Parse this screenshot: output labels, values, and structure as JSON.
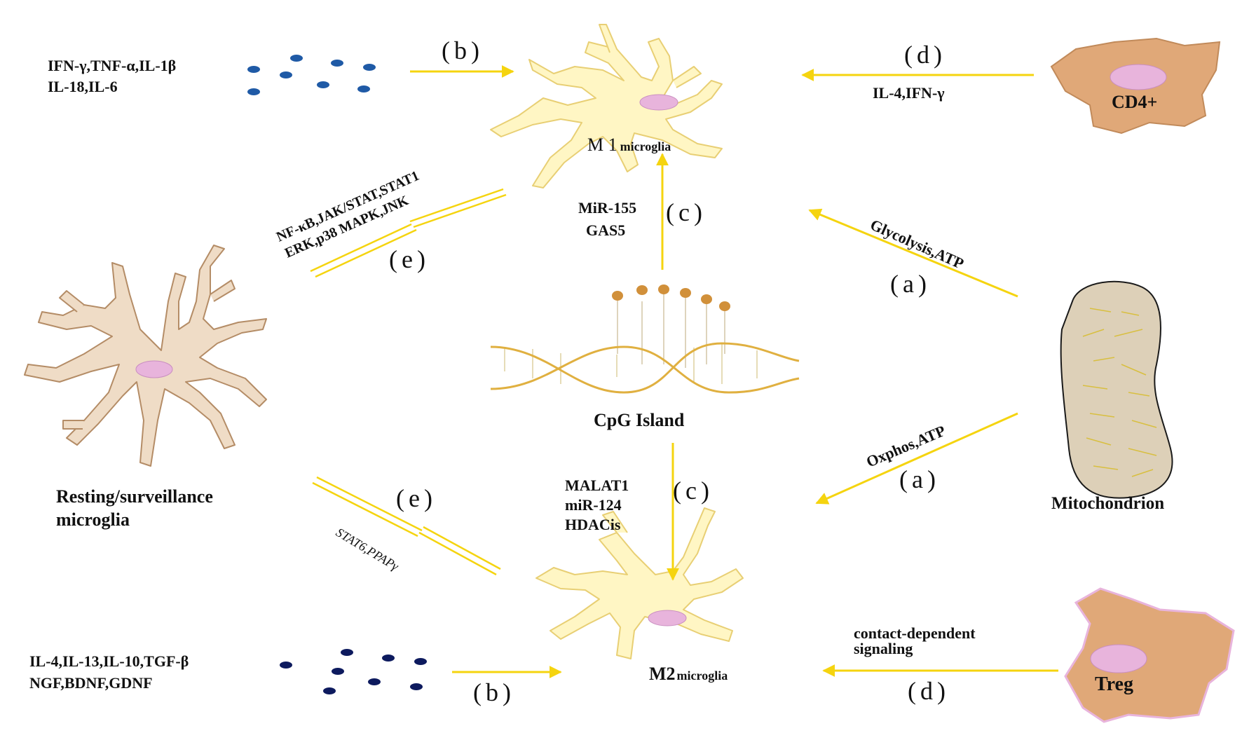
{
  "labels": {
    "m1_cytokines_line1": "IFN-γ,TNF-α,IL-1β",
    "m1_cytokines_line2": "IL-18,IL-6",
    "m2_cytokines_line1": "IL-4,IL-13,IL-10,TGF-β",
    "m2_cytokines_line2": "NGF,BDNF,GDNF",
    "m1_name": "M 1",
    "m1_suffix": "microglia",
    "m2_name": "M2",
    "m2_suffix": "microglia",
    "resting_line1": "Resting/surveillance",
    "resting_line2": "microglia",
    "cd4": "CD4+",
    "treg": "Treg",
    "mitochondrion": "Mitochondrion",
    "cpg": "CpG Island",
    "cd4_signal": "IL-4,IFN-γ",
    "treg_signal_line1": "contact-dependent",
    "treg_signal_line2": "signaling",
    "glycolysis": "Glycolysis,ATP",
    "oxphos": "Oxphos,ATP",
    "m1_pathways_line1": "NF-κB,JAK/STAT,STAT1",
    "m1_pathways_line2": "ERK,p38 MAPK,JNK",
    "m2_pathways": "STAT6,PPAPγ",
    "m1_epi_line1": "MiR-155",
    "m1_epi_line2": "GAS5",
    "m2_epi_line1": "MALAT1",
    "m2_epi_line2": "miR-124",
    "m2_epi_line3": "HDACis"
  },
  "tags": {
    "a": "(a)",
    "b": "(b)",
    "c": "(c)",
    "d": "(d)",
    "e": "(e)"
  },
  "colors": {
    "arrow": "#f5d40f",
    "microglia_fill": "#fff6c4",
    "microglia_stroke": "#e8cf74",
    "resting_fill": "#efdcc6",
    "resting_stroke": "#b48c66",
    "nucleus": "#e8b4dc",
    "tcell": "#e0a878",
    "mito": "#ddd0b8",
    "m1_dot": "#1f5aa6",
    "m2_dot": "#0d1a5e",
    "dna": "#e0b040",
    "bead": "#d1903a"
  }
}
